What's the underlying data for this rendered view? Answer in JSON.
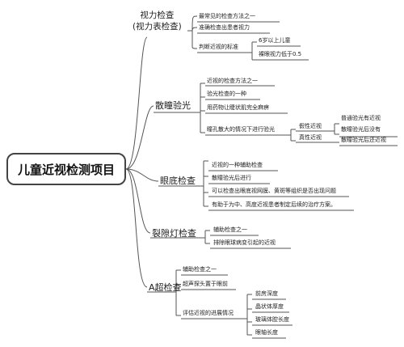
{
  "root": {
    "label": "儿童近视检测项目"
  },
  "branches": {
    "vision": {
      "label_line1": "视力检查",
      "label_line2": "(视力表检查)",
      "items": [
        "最常见的检查方法之一",
        "准确检查出患者视力",
        "判断近视的标准"
      ],
      "criteria": [
        "6岁以上儿童",
        "裸眼视力低于0.5"
      ]
    },
    "mydriasis": {
      "label": "散瞳验光",
      "items": [
        "近视的检查方法之一",
        "验光检查的一种",
        "用药物让睫状肌完全麻痹",
        "瞳孔散大的情况下进行验光"
      ],
      "pseudo": {
        "label": "假性近视",
        "details": [
          "普通验光有近视",
          "散瞳验光后没有"
        ]
      },
      "true": {
        "label": "真性近视",
        "details": [
          "散瞳验光后还近视"
        ]
      }
    },
    "fundus": {
      "label": "眼底检查",
      "items": [
        "近视的一种辅助检查",
        "散瞳验光后进行",
        "可以检查出眼底视网膜、黄斑等组织是否出现问题",
        "有助于为中、高度近视患者制定后续的治疗方案。"
      ]
    },
    "slitlamp": {
      "label": "裂隙灯检查",
      "items": [
        "辅助检查之一",
        "排除眼球病变引起的近视"
      ]
    },
    "ascan": {
      "label": "A超检查",
      "items": [
        "辅助检查之一",
        "超声探头置于眼前",
        "评估近视的进展情况"
      ],
      "measures": [
        "前房深度",
        "晶状体厚度",
        "玻璃体腔长度",
        "眼轴长度"
      ]
    }
  }
}
